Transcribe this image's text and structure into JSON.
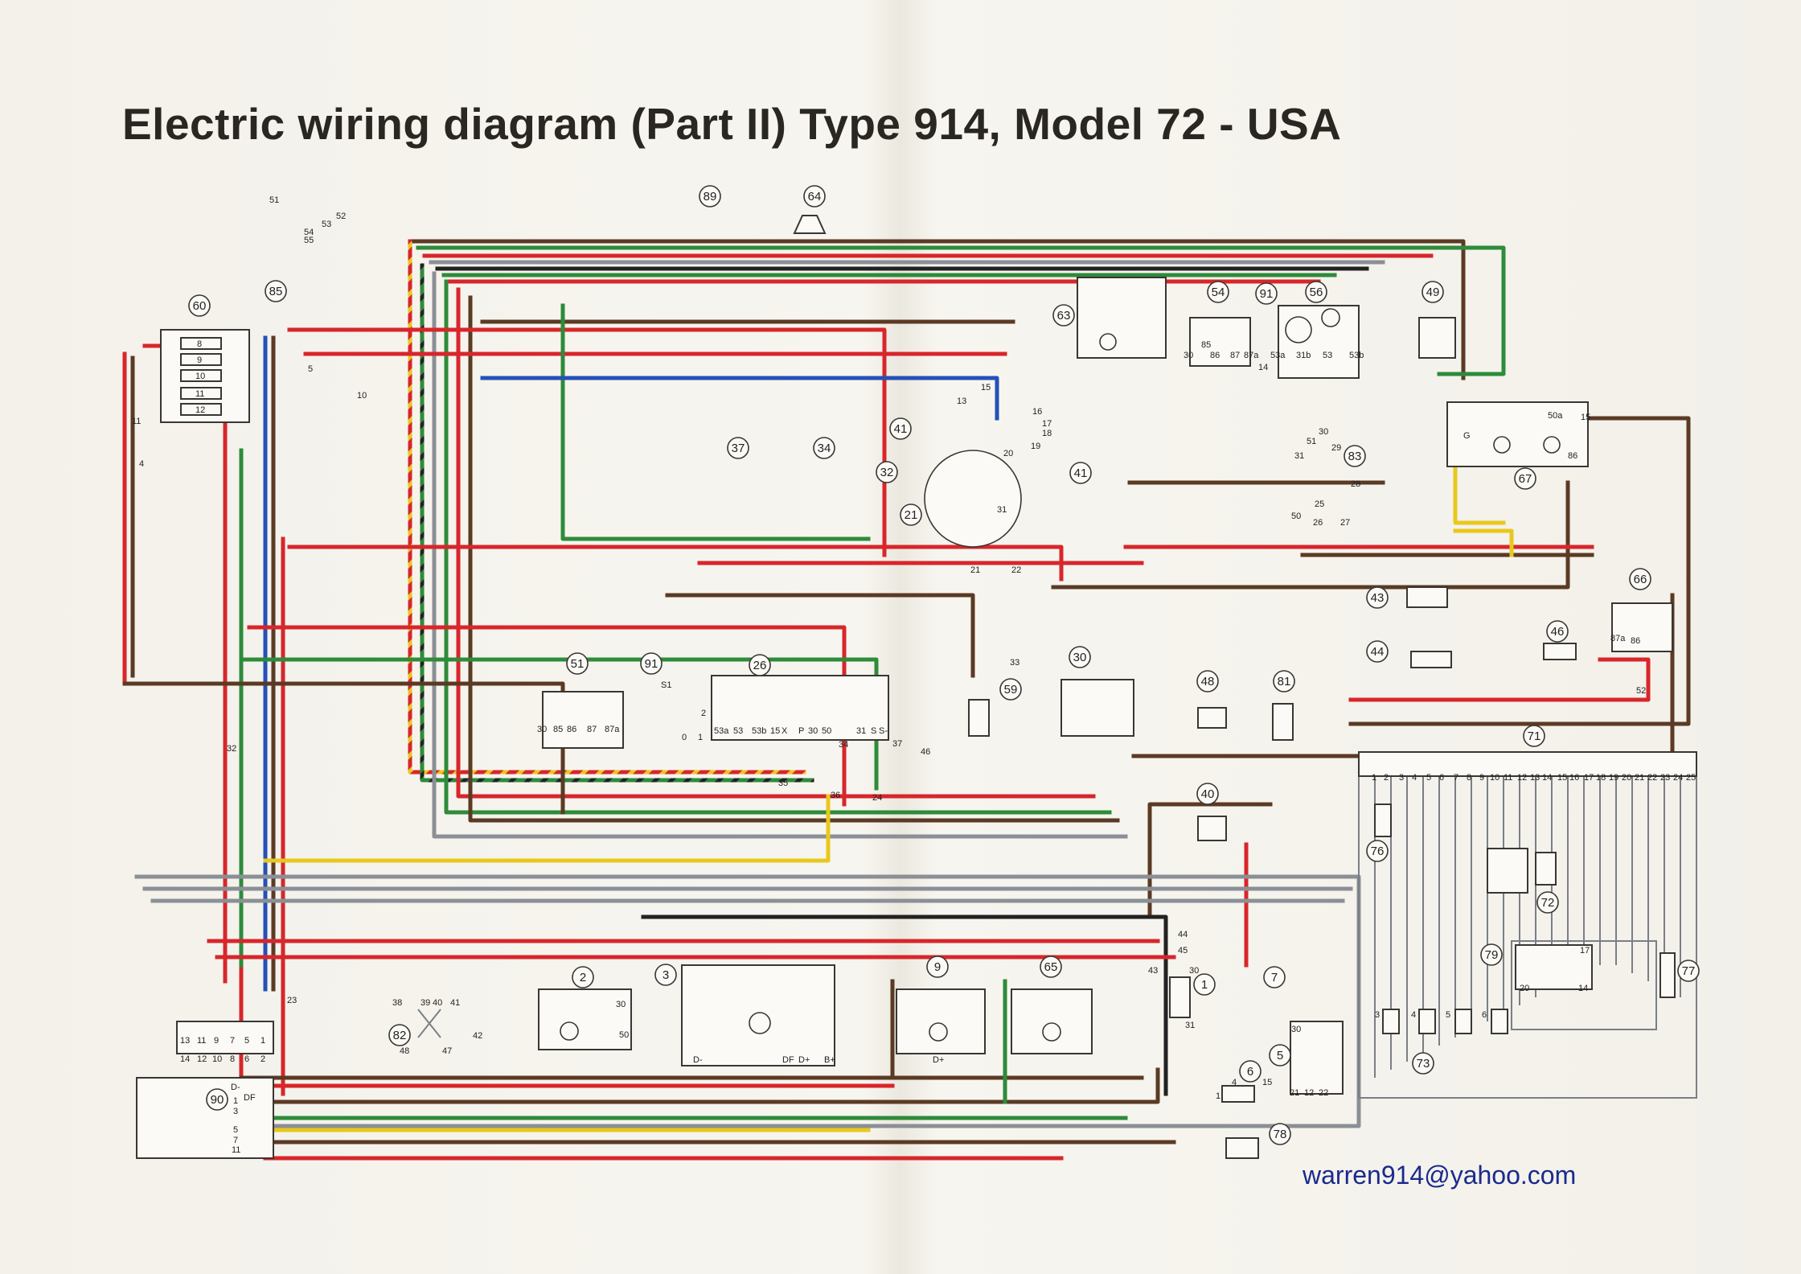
{
  "title": "Electric wiring diagram (Part II) Type 914, Model 72 - USA",
  "email": "warren914@yahoo.com",
  "colors": {
    "red": "#d8262b",
    "green": "#2e8b3a",
    "brown": "#5b3a24",
    "blue": "#2450b8",
    "yellow": "#e8c81c",
    "black": "#222222",
    "grey": "#8b8f96"
  },
  "components": [
    {
      "id": "89",
      "x": "89"
    },
    {
      "id": "64"
    },
    {
      "id": "85"
    },
    {
      "id": "60"
    },
    {
      "id": "63"
    },
    {
      "id": "54"
    },
    {
      "id": "91a"
    },
    {
      "id": "56"
    },
    {
      "id": "49"
    },
    {
      "id": "37"
    },
    {
      "id": "34"
    },
    {
      "id": "32"
    },
    {
      "id": "41a"
    },
    {
      "id": "41b"
    },
    {
      "id": "21"
    },
    {
      "id": "83"
    },
    {
      "id": "67"
    },
    {
      "id": "43"
    },
    {
      "id": "44"
    },
    {
      "id": "46"
    },
    {
      "id": "66"
    },
    {
      "id": "51"
    },
    {
      "id": "91b"
    },
    {
      "id": "26"
    },
    {
      "id": "59"
    },
    {
      "id": "30"
    },
    {
      "id": "48"
    },
    {
      "id": "81"
    },
    {
      "id": "71"
    },
    {
      "id": "40"
    },
    {
      "id": "76"
    },
    {
      "id": "72"
    },
    {
      "id": "79"
    },
    {
      "id": "77"
    },
    {
      "id": "2"
    },
    {
      "id": "3"
    },
    {
      "id": "9"
    },
    {
      "id": "65"
    },
    {
      "id": "82"
    },
    {
      "id": "90"
    },
    {
      "id": "1"
    },
    {
      "id": "7"
    },
    {
      "id": "5"
    },
    {
      "id": "6"
    },
    {
      "id": "73"
    },
    {
      "id": "78"
    }
  ],
  "labels": {
    "c89": "89",
    "c64": "64",
    "c85": "85",
    "c60": "60",
    "c63": "63",
    "c54": "54",
    "c91a": "91",
    "c56": "56",
    "c49": "49",
    "c37": "37",
    "c34": "34",
    "c32": "32",
    "c41a": "41",
    "c41b": "41",
    "c21": "21",
    "c83": "83",
    "c67": "67",
    "c43": "43",
    "c44": "44",
    "c46": "46",
    "c66": "66",
    "c51": "51",
    "c91b": "91",
    "c26": "26",
    "c59": "59",
    "c30": "30",
    "c48": "48",
    "c81": "81",
    "c71": "71",
    "c40": "40",
    "c76": "76",
    "c72": "72",
    "c79": "79",
    "c77": "77",
    "c2": "2",
    "c3": "3",
    "c9": "9",
    "c65": "65",
    "c82": "82",
    "c90": "90",
    "c1": "1",
    "c7": "7",
    "c5": "5",
    "c6": "6",
    "c73": "73",
    "c78": "78"
  },
  "terminals": {
    "t51": "51",
    "t52": "52",
    "t53": "53",
    "t54": "54",
    "t55": "55",
    "r8": "8",
    "r9": "9",
    "r10": "10",
    "r11": "11",
    "r12": "12",
    "w4": "4",
    "w10": "10",
    "w11": "11",
    "w5": "5",
    "w32": "32",
    "p30": "30",
    "p85": "85",
    "p86": "86",
    "p87": "87",
    "p87a": "87a",
    "p14": "14",
    "p53a": "53a",
    "p31b": "31b",
    "p53": "53",
    "p53b": "53b",
    "n13": "13",
    "n15": "15",
    "n16": "16",
    "n17": "17",
    "n18": "18",
    "n19": "19",
    "n20": "20",
    "n21": "21",
    "n22": "22",
    "n31": "31",
    "m30": "30",
    "m51": "51",
    "m29": "29",
    "m31": "31",
    "m28": "28",
    "m25": "25",
    "m26": "26",
    "m27": "27",
    "m50": "50",
    "g50a": "50a",
    "g15": "15",
    "g86": "86",
    "gG": "G",
    "s33": "33",
    "s34": "34",
    "s35": "35",
    "s36": "36",
    "s24": "24",
    "s37": "37",
    "s46": "46",
    "sS1": "S1",
    "s0": "0",
    "s1": "1",
    "s2": "2",
    "sw53a": "53a",
    "sw53": "53",
    "sw53b": "53b",
    "sw15": "15",
    "swX": "X",
    "swP": "P",
    "sw30": "30",
    "sw50": "50",
    "sw31": "31",
    "swS": "S",
    "swSm": "S-",
    "q30": "30",
    "q85": "85",
    "q86": "86",
    "q87": "87",
    "q87a": "87a",
    "k87a": "87a",
    "k86": "86",
    "k52": "52",
    "h1": "1",
    "h2": "2",
    "h3": "3",
    "h4": "4",
    "h5": "5",
    "h6": "6",
    "h7": "7",
    "h8": "8",
    "h9": "9",
    "h10": "10",
    "h11": "11",
    "h12": "12",
    "h13": "13",
    "h14": "14",
    "h15": "15",
    "h16": "16",
    "h17": "17",
    "h18": "18",
    "h19": "19",
    "h20": "20",
    "h21": "21",
    "h22": "22",
    "h23": "23",
    "h24": "24",
    "h25": "25",
    "b13": "13",
    "b14": "14",
    "b11": "11",
    "b12": "12",
    "b9": "9",
    "b10": "10",
    "b7": "7",
    "b8": "8",
    "b5": "5",
    "b6": "6",
    "b1": "1",
    "b2": "2",
    "b23": "23",
    "x38": "38",
    "x39": "39",
    "x40": "40",
    "x41": "41",
    "x42": "42",
    "x47": "47",
    "x48": "48",
    "y44": "44",
    "y45": "45",
    "y43": "43",
    "y30": "30",
    "y31": "31",
    "z4": "4",
    "z15": "15",
    "z1": "1",
    "z21": "21",
    "z12": "12",
    "z22": "22",
    "z30": "30",
    "d30": "30",
    "d50": "50",
    "dD": "D-",
    "dDF": "DF",
    "dDp": "D+",
    "dB": "B+",
    "dDm": "D+",
    "v3": "3",
    "v4": "4",
    "v5": "5",
    "v6": "6",
    "v20": "20",
    "v14": "14",
    "v17": "17",
    "e1": "1",
    "e3": "3",
    "e5": "5",
    "e7": "7",
    "e11": "11",
    "eD": "D-",
    "eDF": "DF"
  }
}
